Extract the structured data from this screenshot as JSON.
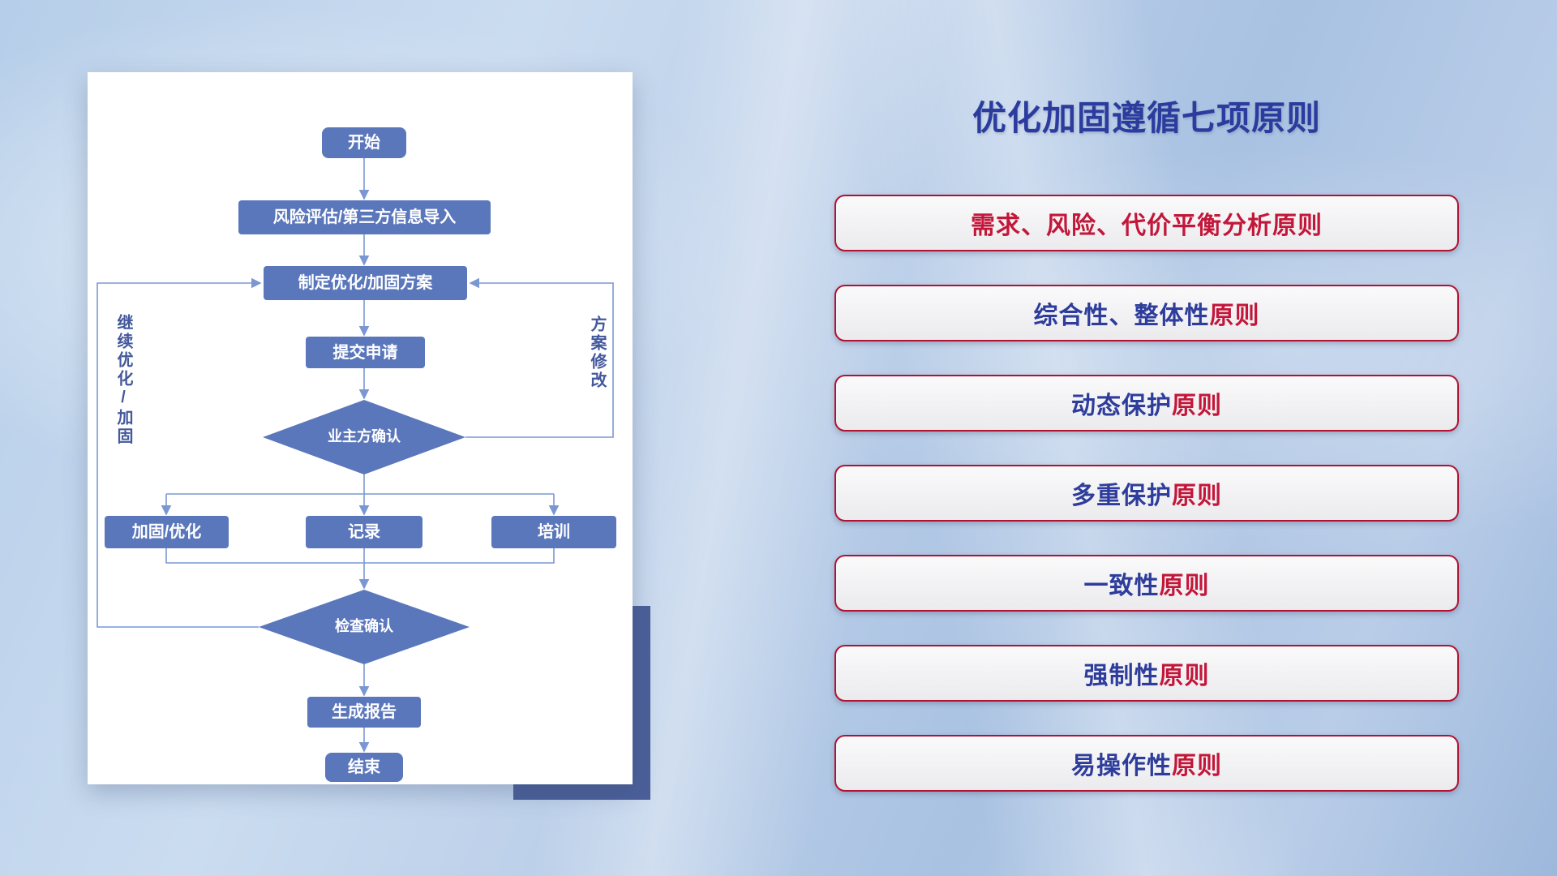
{
  "slide": {
    "title": "优化加固遵循七项原则"
  },
  "flowchart": {
    "nodes": {
      "start": "开始",
      "risk_import": "风险评估/第三方信息导入",
      "make_plan": "制定优化/加固方案",
      "submit": "提交申请",
      "owner_confirm": "业主方确认",
      "harden_optimize": "加固/优化",
      "record": "记录",
      "training": "培训",
      "check_confirm": "检查确认",
      "report": "生成报告",
      "end": "结束"
    },
    "side_labels": {
      "left": "继续优化/加固",
      "right": "方案修改"
    }
  },
  "principles": [
    {
      "prefix": "需求、风险、代价平衡分析",
      "suffix": "原则",
      "prefix_color": "#c3173a",
      "suffix_color": "#c3173a"
    },
    {
      "prefix": "综合性、整体性",
      "suffix": "原则",
      "prefix_color": "#2e3d9b",
      "suffix_color": "#c3173a"
    },
    {
      "prefix": "动态保护",
      "suffix": "原则",
      "prefix_color": "#2e3d9b",
      "suffix_color": "#c3173a"
    },
    {
      "prefix": "多重保护",
      "suffix": "原则",
      "prefix_color": "#2e3d9b",
      "suffix_color": "#c3173a"
    },
    {
      "prefix": "一致性",
      "suffix": "原则",
      "prefix_color": "#2e3d9b",
      "suffix_color": "#c3173a"
    },
    {
      "prefix": "强制性",
      "suffix": "原则",
      "prefix_color": "#2e3d9b",
      "suffix_color": "#c3173a"
    },
    {
      "prefix": "易操作性",
      "suffix": "原则",
      "prefix_color": "#2e3d9b",
      "suffix_color": "#c3173a"
    }
  ],
  "colors": {
    "title_blue": "#2b3c9e",
    "principle_border_red": "#b01233",
    "node_fill_blue": "#5b77bb",
    "connector_blue": "#7b97d2",
    "accent_rect_blue": "#4b5f99"
  }
}
